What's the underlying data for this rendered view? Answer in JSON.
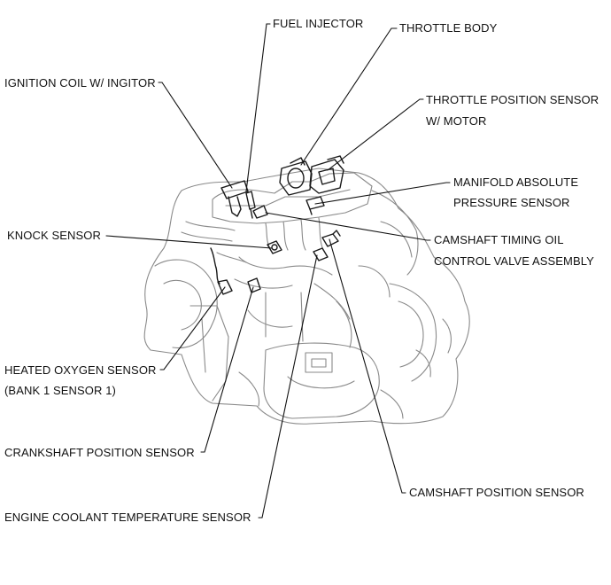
{
  "colors": {
    "background": "#ffffff",
    "engine_outline": "#8a8a8a",
    "highlight_parts": "#1a1a1a",
    "leader_line": "#111111",
    "text": "#111111"
  },
  "labels": {
    "fuel_injector": "FUEL INJECTOR",
    "throttle_body": "THROTTLE BODY",
    "ignition_coil": "IGNITION COIL W/ INGITOR",
    "throttle_position_line1": "THROTTLE POSITION SENSOR",
    "throttle_position_line2": "W/ MOTOR",
    "map_line1": "MANIFOLD ABSOLUTE",
    "map_line2": "PRESSURE SENSOR",
    "knock_sensor": "KNOCK SENSOR",
    "camshaft_ocv_line1": "CAMSHAFT TIMING OIL",
    "camshaft_ocv_line2": "CONTROL VALVE ASSEMBLY",
    "heated_o2_line1": "HEATED OXYGEN SENSOR",
    "heated_o2_line2": "(BANK 1 SENSOR 1)",
    "crankshaft_position": "CRANKSHAFT POSITION SENSOR",
    "camshaft_position": "CAMSHAFT POSITION SENSOR",
    "engine_coolant_temp": "ENGINE COOLANT TEMPERATURE SENSOR"
  }
}
